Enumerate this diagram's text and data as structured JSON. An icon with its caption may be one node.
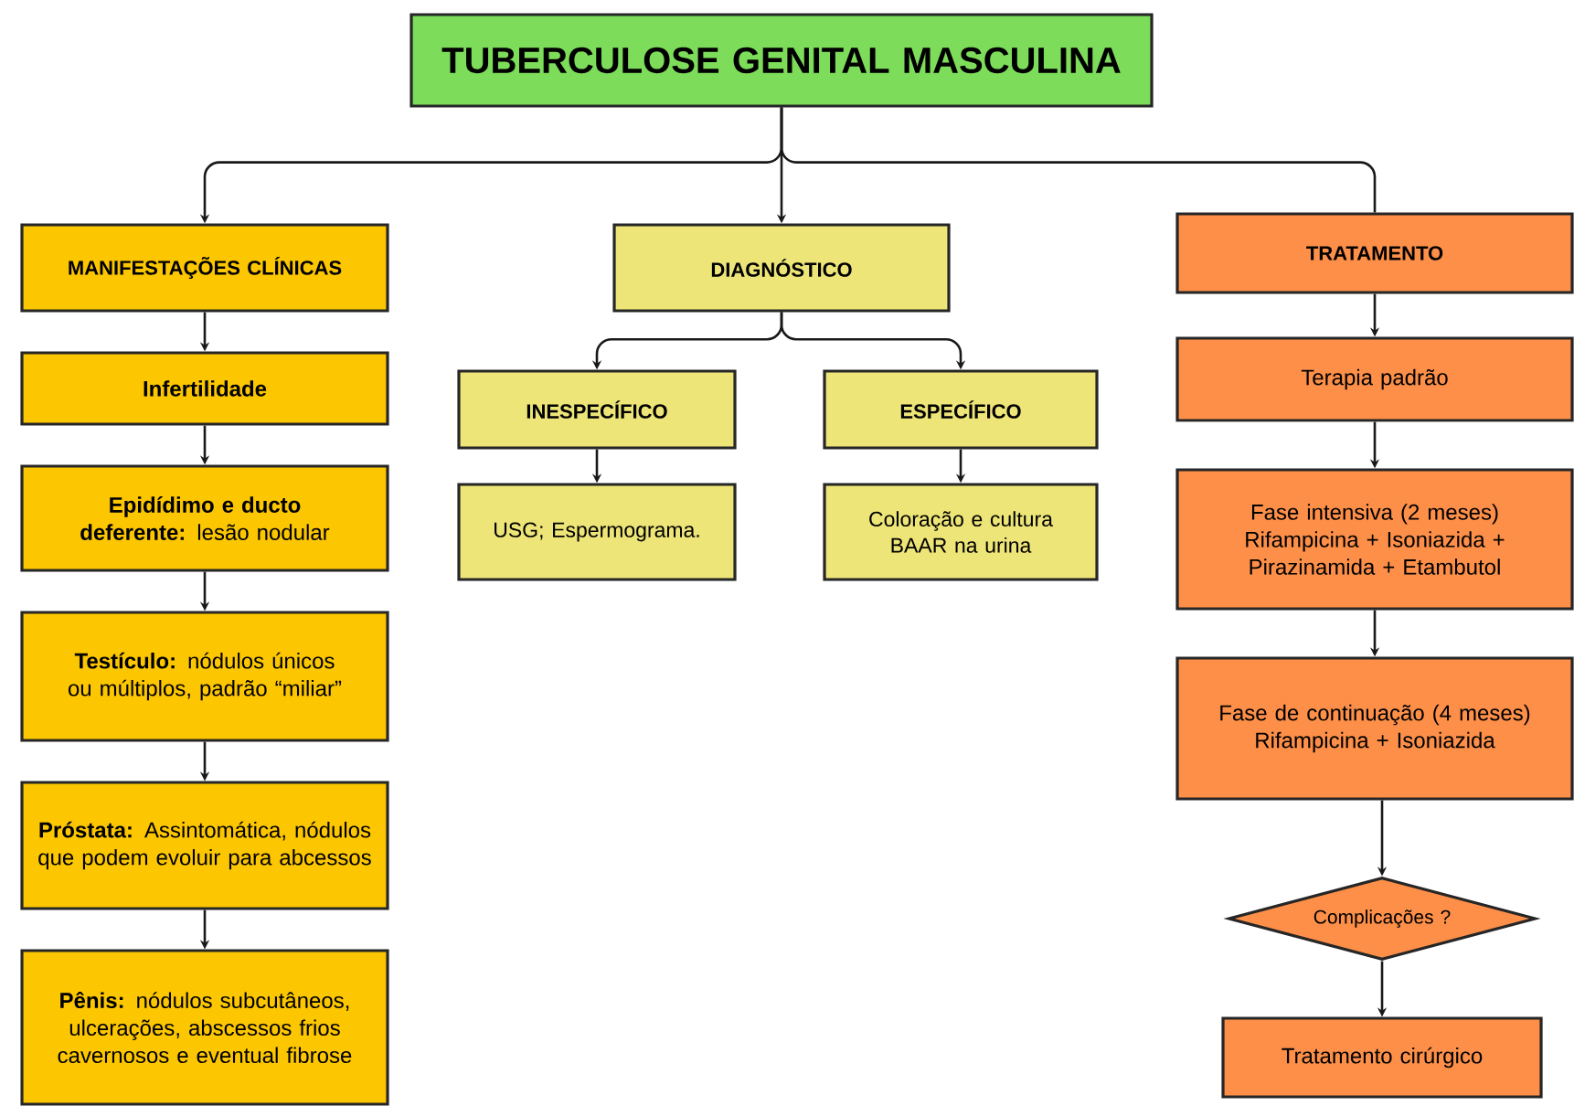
{
  "diagram": {
    "nodes": [
      {
        "text": [
          "TUBERCULOSE GENITAL MASCULINA"
        ]
      },
      {
        "text": [
          "MANIFESTAÇÕES CLÍNICAS"
        ]
      },
      {
        "text": [
          "DIAGNÓSTICO"
        ]
      },
      {
        "text": [
          "TRATAMENTO"
        ]
      },
      {
        "text": [
          "Infertilidade"
        ]
      },
      {
        "text": [
          "**Epidídimo e ducto deferente:** lesão nodular"
        ]
      },
      {
        "text": [
          "**Testículo:** nódulos únicos ou múltiplos, padrão “miliar”"
        ]
      },
      {
        "text": [
          "**Próstata:** Assintomática, nódulos que podem evoluir para abcessos"
        ]
      },
      {
        "text": [
          "**Pênis:** nódulos subcutâneos, ulcerações, abscessos frios cavernosos e eventual fibrose"
        ]
      },
      {
        "text": [
          "INESPECÍFICO"
        ]
      },
      {
        "text": [
          "ESPECÍFICO"
        ]
      },
      {
        "text": [
          "USG; Espermograma."
        ]
      },
      {
        "text": [
          "Coloração e cultura BAAR na urina"
        ]
      },
      {
        "text": [
          "Terapia padrão"
        ]
      },
      {
        "text": [
          "Fase intensiva (2 meses) Rifampicina + Isoniazida + Pirazinamida + Etambutol"
        ]
      },
      {
        "text": [
          "Fase de continuação (4 meses) Rifampicina + Isoniazida"
        ]
      },
      {
        "text": [
          "Complicações ?"
        ]
      },
      {
        "text": [
          "Tratamento cirúrgico"
        ]
      }
    ],
    "edges": [
      {
        "from": 0,
        "to": 1,
        "arrow": "to"
      },
      {
        "from": 0,
        "to": 2,
        "arrow": "to"
      },
      {
        "from": 0,
        "to": 3,
        "arrow": "none"
      },
      {
        "from": 1,
        "to": 4,
        "arrow": "to"
      },
      {
        "from": 4,
        "to": 5,
        "arrow": "to"
      },
      {
        "from": 5,
        "to": 6,
        "arrow": "to"
      },
      {
        "from": 6,
        "to": 7,
        "arrow": "to"
      },
      {
        "from": 7,
        "to": 8,
        "arrow": "to"
      },
      {
        "from": 2,
        "to": 9,
        "arrow": "to"
      },
      {
        "from": 2,
        "to": 10,
        "arrow": "to"
      },
      {
        "from": 9,
        "to": 11,
        "arrow": "to"
      },
      {
        "from": 10,
        "to": 12,
        "arrow": "to"
      },
      {
        "from": 3,
        "to": 13,
        "arrow": "to"
      },
      {
        "from": 13,
        "to": 14,
        "arrow": "to"
      },
      {
        "from": 14,
        "to": 15,
        "arrow": "to"
      },
      {
        "from": 15,
        "to": 16,
        "arrow": "to"
      },
      {
        "from": 16,
        "to": 17,
        "arrow": "to"
      }
    ]
  }
}
